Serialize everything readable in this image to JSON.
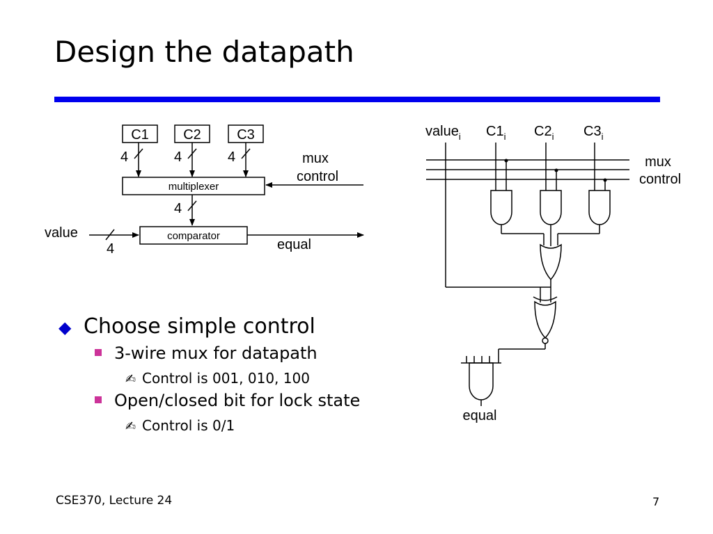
{
  "slide": {
    "title": "Design the datapath",
    "accent_color": "#0000ee"
  },
  "left_diagram": {
    "registers": [
      "C1",
      "C2",
      "C3"
    ],
    "bus_widths": [
      "4",
      "4",
      "4"
    ],
    "mux_label": "multiplexer",
    "mux_control_label": [
      "mux",
      "control"
    ],
    "mid_bus_width": "4",
    "comparator_label": "comparator",
    "value_label": "value",
    "value_width": "4",
    "equal_label": "equal"
  },
  "right_diagram": {
    "inputs": [
      {
        "base": "value",
        "sub": "i"
      },
      {
        "base": "C1",
        "sub": "i"
      },
      {
        "base": "C2",
        "sub": "i"
      },
      {
        "base": "C3",
        "sub": "i"
      }
    ],
    "mux_control_label": [
      "mux",
      "control"
    ],
    "equal_label": "equal"
  },
  "bullets": [
    {
      "level": 1,
      "icon": "diamond-bullet",
      "text": "Choose simple control"
    },
    {
      "level": 2,
      "icon": "square-bullet",
      "text": "3-wire mux for datapath"
    },
    {
      "level": 3,
      "icon": "writing-hand-icon",
      "text": "Control is 001, 010, 100"
    },
    {
      "level": 2,
      "icon": "square-bullet",
      "text": "Open/closed bit for lock state"
    },
    {
      "level": 3,
      "icon": "writing-hand-icon",
      "text": "Control is 0/1"
    }
  ],
  "footer": {
    "left": "CSE370, Lecture 24",
    "page": "7"
  }
}
